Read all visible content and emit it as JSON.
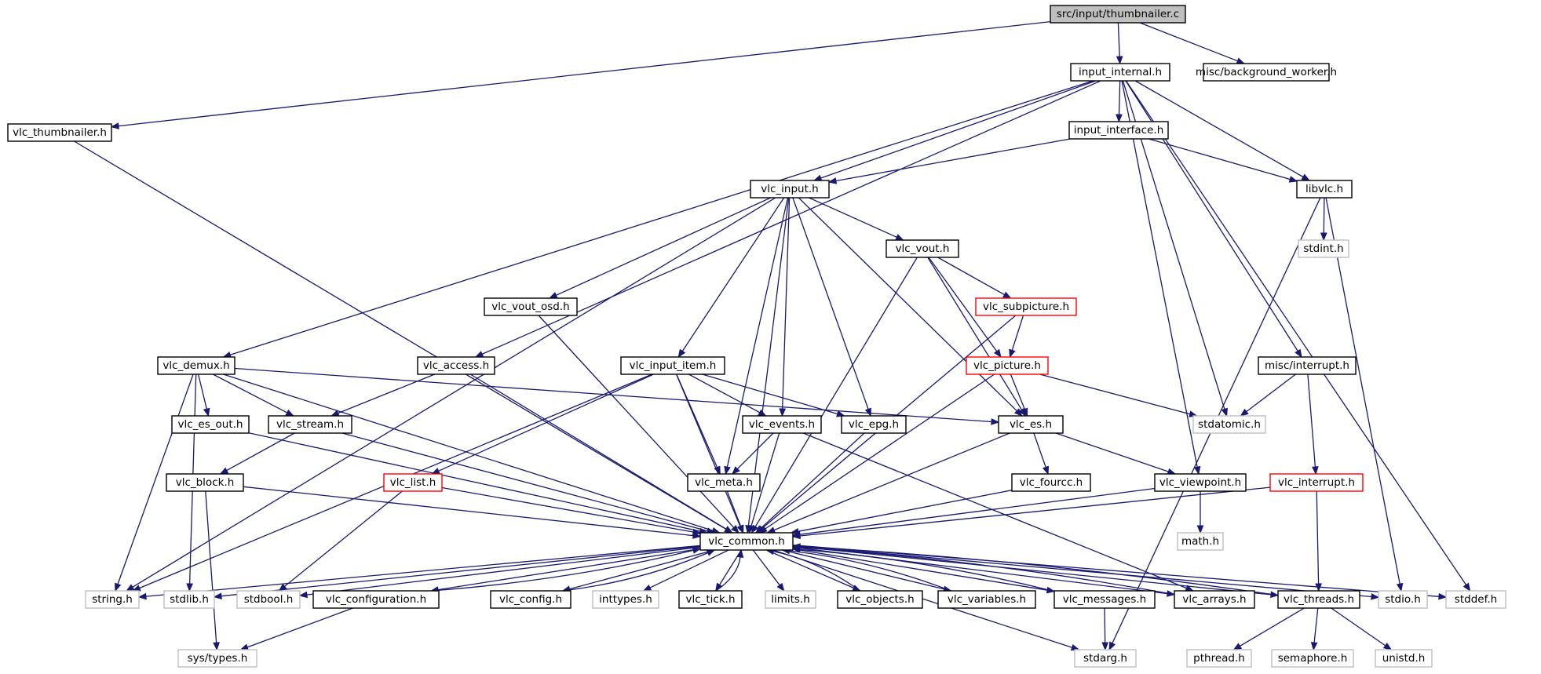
{
  "colors": {
    "edge": "#191970",
    "border_normal": "#000000",
    "border_truncated": "#ff0000",
    "border_system": "#bfbfbf",
    "root_fill": "#bfbfbf",
    "fill": "#ffffff"
  },
  "nodes": [
    {
      "id": "thumbnailer_c",
      "label": "src/input/thumbnailer.c",
      "kind": "root"
    },
    {
      "id": "input_internal",
      "label": "input_internal.h",
      "kind": "normal"
    },
    {
      "id": "background_worker",
      "label": "misc/background_worker.h",
      "kind": "normal"
    },
    {
      "id": "vlc_thumbnailer",
      "label": "vlc_thumbnailer.h",
      "kind": "normal"
    },
    {
      "id": "input_interface",
      "label": "input_interface.h",
      "kind": "normal"
    },
    {
      "id": "vlc_input",
      "label": "vlc_input.h",
      "kind": "normal"
    },
    {
      "id": "libvlc",
      "label": "libvlc.h",
      "kind": "normal"
    },
    {
      "id": "stdint",
      "label": "stdint.h",
      "kind": "system"
    },
    {
      "id": "vlc_vout",
      "label": "vlc_vout.h",
      "kind": "normal"
    },
    {
      "id": "vlc_vout_osd",
      "label": "vlc_vout_osd.h",
      "kind": "normal"
    },
    {
      "id": "vlc_subpicture",
      "label": "vlc_subpicture.h",
      "kind": "truncated"
    },
    {
      "id": "vlc_demux",
      "label": "vlc_demux.h",
      "kind": "normal"
    },
    {
      "id": "vlc_access",
      "label": "vlc_access.h",
      "kind": "normal"
    },
    {
      "id": "vlc_input_item",
      "label": "vlc_input_item.h",
      "kind": "normal"
    },
    {
      "id": "vlc_picture",
      "label": "vlc_picture.h",
      "kind": "truncated"
    },
    {
      "id": "misc_interrupt",
      "label": "misc/interrupt.h",
      "kind": "normal"
    },
    {
      "id": "vlc_es_out",
      "label": "vlc_es_out.h",
      "kind": "normal"
    },
    {
      "id": "vlc_stream",
      "label": "vlc_stream.h",
      "kind": "normal"
    },
    {
      "id": "vlc_events",
      "label": "vlc_events.h",
      "kind": "normal"
    },
    {
      "id": "vlc_epg",
      "label": "vlc_epg.h",
      "kind": "normal"
    },
    {
      "id": "vlc_es",
      "label": "vlc_es.h",
      "kind": "normal"
    },
    {
      "id": "stdatomic",
      "label": "stdatomic.h",
      "kind": "system"
    },
    {
      "id": "vlc_block",
      "label": "vlc_block.h",
      "kind": "normal"
    },
    {
      "id": "vlc_list",
      "label": "vlc_list.h",
      "kind": "truncated"
    },
    {
      "id": "vlc_meta",
      "label": "vlc_meta.h",
      "kind": "normal"
    },
    {
      "id": "vlc_fourcc",
      "label": "vlc_fourcc.h",
      "kind": "normal"
    },
    {
      "id": "vlc_viewpoint",
      "label": "vlc_viewpoint.h",
      "kind": "normal"
    },
    {
      "id": "vlc_interrupt",
      "label": "vlc_interrupt.h",
      "kind": "truncated"
    },
    {
      "id": "vlc_common",
      "label": "vlc_common.h",
      "kind": "normal"
    },
    {
      "id": "math",
      "label": "math.h",
      "kind": "system"
    },
    {
      "id": "string",
      "label": "string.h",
      "kind": "system"
    },
    {
      "id": "stdlib",
      "label": "stdlib.h",
      "kind": "system"
    },
    {
      "id": "stdbool",
      "label": "stdbool.h",
      "kind": "system"
    },
    {
      "id": "vlc_configuration",
      "label": "vlc_configuration.h",
      "kind": "normal"
    },
    {
      "id": "vlc_config",
      "label": "vlc_config.h",
      "kind": "normal"
    },
    {
      "id": "inttypes",
      "label": "inttypes.h",
      "kind": "system"
    },
    {
      "id": "vlc_tick",
      "label": "vlc_tick.h",
      "kind": "normal"
    },
    {
      "id": "limits",
      "label": "limits.h",
      "kind": "system"
    },
    {
      "id": "vlc_objects",
      "label": "vlc_objects.h",
      "kind": "normal"
    },
    {
      "id": "vlc_variables",
      "label": "vlc_variables.h",
      "kind": "normal"
    },
    {
      "id": "vlc_messages",
      "label": "vlc_messages.h",
      "kind": "normal"
    },
    {
      "id": "vlc_arrays",
      "label": "vlc_arrays.h",
      "kind": "normal"
    },
    {
      "id": "vlc_threads",
      "label": "vlc_threads.h",
      "kind": "normal"
    },
    {
      "id": "stdio",
      "label": "stdio.h",
      "kind": "system"
    },
    {
      "id": "stddef",
      "label": "stddef.h",
      "kind": "system"
    },
    {
      "id": "sys_types",
      "label": "sys/types.h",
      "kind": "system"
    },
    {
      "id": "stdarg",
      "label": "stdarg.h",
      "kind": "system"
    },
    {
      "id": "pthread",
      "label": "pthread.h",
      "kind": "system"
    },
    {
      "id": "semaphore",
      "label": "semaphore.h",
      "kind": "system"
    },
    {
      "id": "unistd",
      "label": "unistd.h",
      "kind": "system"
    }
  ],
  "edges": [
    [
      "thumbnailer_c",
      "input_internal"
    ],
    [
      "thumbnailer_c",
      "background_worker"
    ],
    [
      "thumbnailer_c",
      "vlc_thumbnailer"
    ],
    [
      "input_internal",
      "vlc_demux"
    ],
    [
      "input_internal",
      "vlc_access"
    ],
    [
      "input_internal",
      "input_interface"
    ],
    [
      "input_internal",
      "vlc_input"
    ],
    [
      "input_internal",
      "libvlc"
    ],
    [
      "input_internal",
      "vlc_viewpoint"
    ],
    [
      "input_internal",
      "stdatomic"
    ],
    [
      "input_internal",
      "misc_interrupt"
    ],
    [
      "input_internal",
      "stddef"
    ],
    [
      "vlc_thumbnailer",
      "vlc_common"
    ],
    [
      "input_interface",
      "vlc_input"
    ],
    [
      "input_interface",
      "libvlc"
    ],
    [
      "vlc_input",
      "string"
    ],
    [
      "vlc_input",
      "vlc_vout_osd"
    ],
    [
      "vlc_input",
      "vlc_common"
    ],
    [
      "vlc_input",
      "vlc_input_item"
    ],
    [
      "vlc_input",
      "vlc_meta"
    ],
    [
      "vlc_input",
      "vlc_events"
    ],
    [
      "vlc_input",
      "vlc_epg"
    ],
    [
      "vlc_input",
      "vlc_vout"
    ],
    [
      "vlc_input",
      "vlc_es"
    ],
    [
      "libvlc",
      "stdint"
    ],
    [
      "libvlc",
      "stdio"
    ],
    [
      "libvlc",
      "stdarg"
    ],
    [
      "vlc_vout",
      "vlc_subpicture"
    ],
    [
      "vlc_vout",
      "vlc_picture"
    ],
    [
      "vlc_vout",
      "vlc_es"
    ],
    [
      "vlc_vout",
      "vlc_common"
    ],
    [
      "vlc_vout_osd",
      "vlc_common"
    ],
    [
      "vlc_subpicture",
      "vlc_picture"
    ],
    [
      "vlc_subpicture",
      "vlc_common"
    ],
    [
      "vlc_picture",
      "vlc_es"
    ],
    [
      "vlc_picture",
      "stdatomic"
    ],
    [
      "vlc_picture",
      "vlc_common"
    ],
    [
      "vlc_demux",
      "vlc_es_out"
    ],
    [
      "vlc_demux",
      "vlc_stream"
    ],
    [
      "vlc_demux",
      "vlc_es"
    ],
    [
      "vlc_demux",
      "string"
    ],
    [
      "vlc_demux",
      "stdlib"
    ],
    [
      "vlc_demux",
      "vlc_common"
    ],
    [
      "vlc_access",
      "vlc_stream"
    ],
    [
      "vlc_access",
      "vlc_common"
    ],
    [
      "vlc_input_item",
      "vlc_list"
    ],
    [
      "vlc_input_item",
      "vlc_events"
    ],
    [
      "vlc_input_item",
      "vlc_epg"
    ],
    [
      "vlc_input_item",
      "vlc_meta"
    ],
    [
      "vlc_input_item",
      "string"
    ],
    [
      "vlc_input_item",
      "vlc_common"
    ],
    [
      "misc_interrupt",
      "stdatomic"
    ],
    [
      "misc_interrupt",
      "vlc_interrupt"
    ],
    [
      "vlc_es_out",
      "vlc_common"
    ],
    [
      "vlc_stream",
      "vlc_block"
    ],
    [
      "vlc_stream",
      "vlc_common"
    ],
    [
      "vlc_events",
      "vlc_meta"
    ],
    [
      "vlc_events",
      "vlc_common"
    ],
    [
      "vlc_events",
      "vlc_arrays"
    ],
    [
      "vlc_epg",
      "vlc_common"
    ],
    [
      "vlc_es",
      "vlc_fourcc"
    ],
    [
      "vlc_es",
      "vlc_viewpoint"
    ],
    [
      "vlc_es",
      "vlc_common"
    ],
    [
      "vlc_block",
      "sys_types"
    ],
    [
      "vlc_block",
      "vlc_common"
    ],
    [
      "vlc_list",
      "stdbool"
    ],
    [
      "vlc_list",
      "vlc_common"
    ],
    [
      "vlc_meta",
      "vlc_common"
    ],
    [
      "vlc_fourcc",
      "vlc_common"
    ],
    [
      "vlc_viewpoint",
      "math"
    ],
    [
      "vlc_viewpoint",
      "vlc_common"
    ],
    [
      "vlc_interrupt",
      "vlc_threads"
    ],
    [
      "vlc_interrupt",
      "vlc_common"
    ],
    [
      "vlc_common",
      "string"
    ],
    [
      "vlc_common",
      "stdlib"
    ],
    [
      "vlc_common",
      "stdbool"
    ],
    [
      "vlc_common",
      "vlc_configuration"
    ],
    [
      "vlc_common",
      "vlc_config"
    ],
    [
      "vlc_common",
      "inttypes"
    ],
    [
      "vlc_common",
      "vlc_tick"
    ],
    [
      "vlc_common",
      "limits"
    ],
    [
      "vlc_common",
      "vlc_objects"
    ],
    [
      "vlc_common",
      "vlc_variables"
    ],
    [
      "vlc_common",
      "vlc_messages"
    ],
    [
      "vlc_common",
      "vlc_arrays"
    ],
    [
      "vlc_common",
      "vlc_threads"
    ],
    [
      "vlc_common",
      "stdio"
    ],
    [
      "vlc_common",
      "stddef"
    ],
    [
      "vlc_common",
      "stdarg"
    ],
    [
      "vlc_configuration",
      "vlc_common"
    ],
    [
      "vlc_configuration",
      "sys_types"
    ],
    [
      "vlc_config",
      "vlc_common"
    ],
    [
      "vlc_tick",
      "vlc_common"
    ],
    [
      "vlc_objects",
      "vlc_common"
    ],
    [
      "vlc_variables",
      "vlc_common"
    ],
    [
      "vlc_messages",
      "vlc_common"
    ],
    [
      "vlc_messages",
      "stdarg"
    ],
    [
      "vlc_arrays",
      "vlc_common"
    ],
    [
      "vlc_threads",
      "vlc_common"
    ],
    [
      "vlc_threads",
      "pthread"
    ],
    [
      "vlc_threads",
      "semaphore"
    ],
    [
      "vlc_threads",
      "unistd"
    ]
  ]
}
